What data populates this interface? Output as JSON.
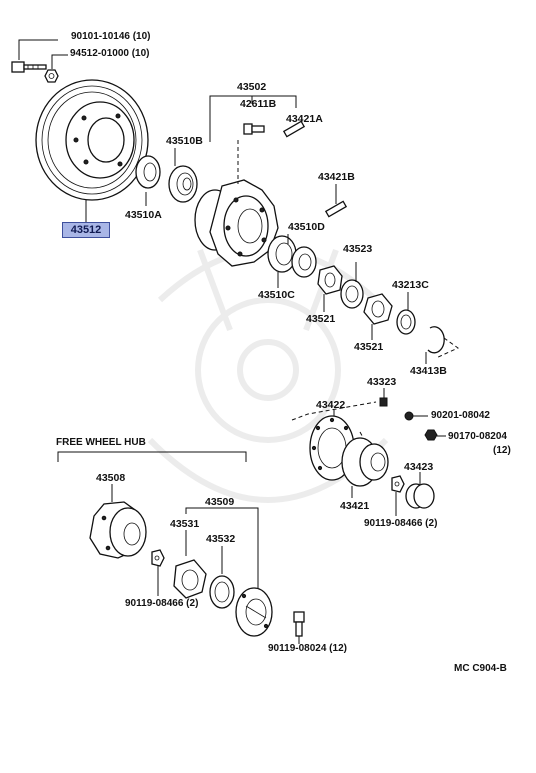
{
  "diagram": {
    "labels": {
      "p90101": "90101-10146 (10)",
      "p94512": "94512-01000 (10)",
      "p43502": "43502",
      "p42611b": "42611B",
      "p43421a": "43421A",
      "p43510b": "43510B",
      "p43510a": "43510A",
      "p43512": "43512",
      "p43421b": "43421B",
      "p43510d": "43510D",
      "p43523": "43523",
      "p43510c": "43510C",
      "p43213c": "43213C",
      "p43521a": "43521",
      "p43521b": "43521",
      "p43413b": "43413B",
      "p43323": "43323",
      "p43422": "43422",
      "p90201": "90201-08042",
      "p90170": "90170-08204",
      "p90170qty": "(12)",
      "p43421": "43421",
      "p43423": "43423",
      "p90119a": "90119-08466 (2)",
      "p43508": "43508",
      "p43509": "43509",
      "p43531": "43531",
      "p43532": "43532",
      "p90119b": "90119-08466 (2)",
      "p90119c": "90119-08024 (12)",
      "free_wheel_hub": "FREE WHEEL HUB",
      "figure_code": "MC C904-B"
    }
  }
}
